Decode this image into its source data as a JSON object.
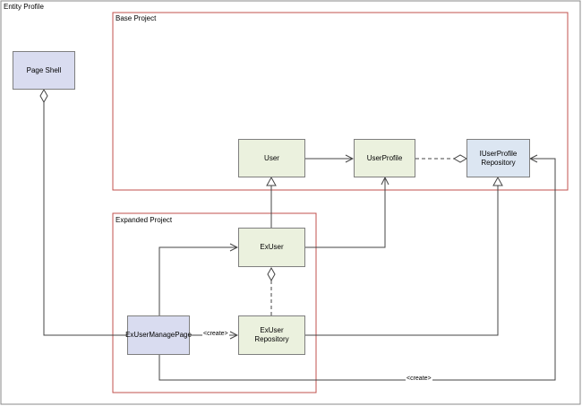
{
  "diagram": {
    "frame_title": "Entity Profile",
    "groups": {
      "base": "Base Project",
      "expanded": "Expanded Project"
    },
    "nodes": {
      "page_shell": "Page Shell",
      "user": "User",
      "user_profile": "UserProfile",
      "iuser_profile_repo_l1": "IUserProfile",
      "iuser_profile_repo_l2": "Repository",
      "ex_user": "ExUser",
      "ex_user_repo_l1": "ExUser",
      "ex_user_repo_l2": "Repository",
      "ex_user_manage_page": "ExUserManagePage"
    },
    "edge_labels": {
      "create_repo": "<create>",
      "create_bottom": "<create>"
    },
    "colors": {
      "group_border": "#c0504d",
      "frame_border": "#8a8a8a",
      "node_green": "#ebf1de",
      "node_blue": "#dce6f2",
      "node_purple": "#d9dcf0"
    }
  }
}
